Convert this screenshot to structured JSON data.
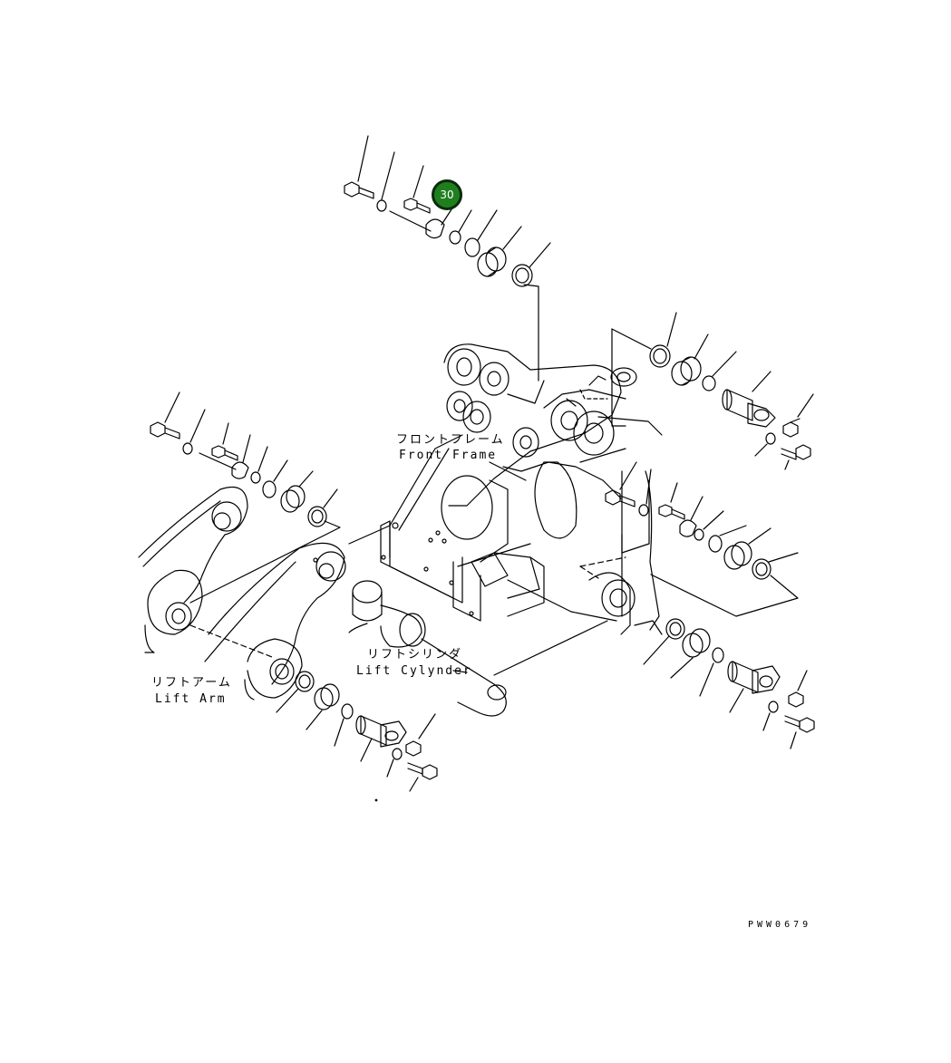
{
  "diagram": {
    "labels": {
      "front_frame_jp": "フロントフレーム",
      "front_frame_en": "Front Frame",
      "lift_cylinder_jp": "リフトシリンダ",
      "lift_cylinder_en": "Lift Cylynder",
      "lift_arm_jp": "リフトアーム",
      "lift_arm_en": "Lift Arm"
    },
    "callout": {
      "number": "30",
      "color": "#1f7f1f"
    },
    "drawing_code": "PWW0679"
  }
}
